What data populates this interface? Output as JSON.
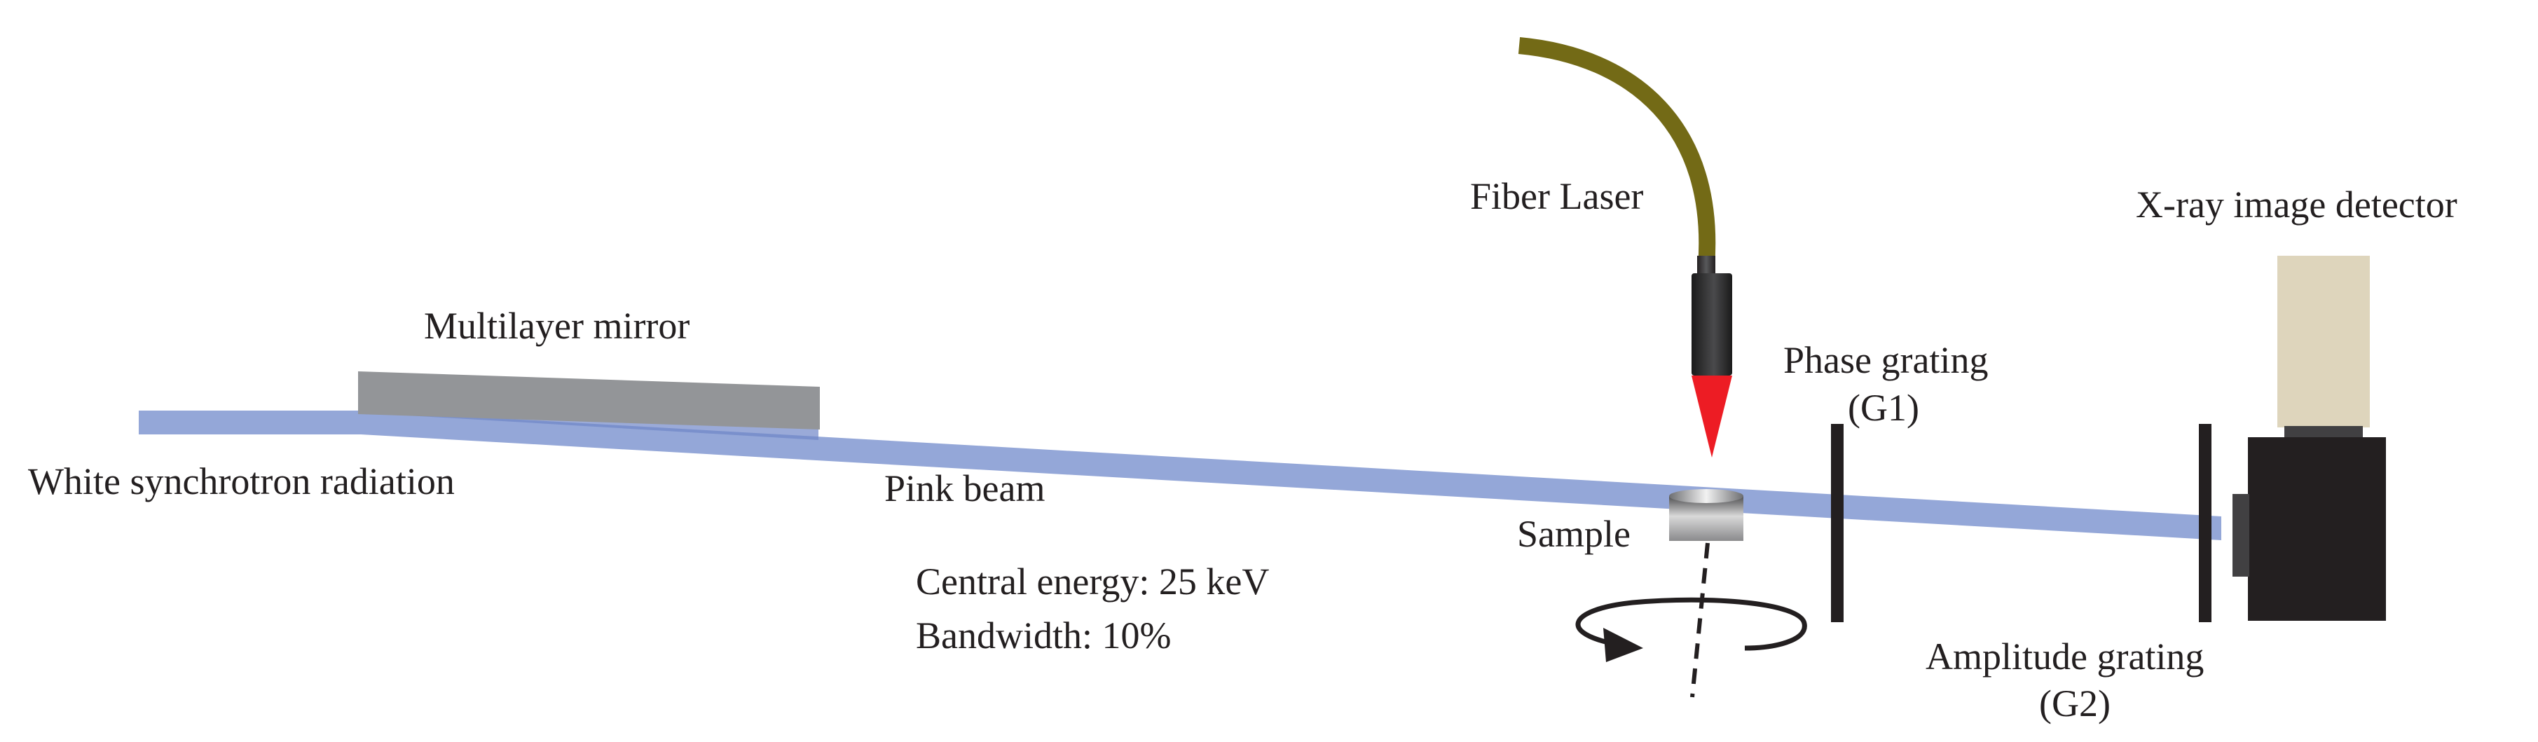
{
  "labels": {
    "fiber_laser": "Fiber Laser",
    "xray_detector": "X-ray image detector",
    "multilayer_mirror": "Multilayer mirror",
    "phase_grating": "Phase grating",
    "phase_grating_code": "(G1)",
    "white_radiation": "White synchrotron radiation",
    "pink_beam": "Pink beam",
    "sample": "Sample",
    "central_energy": "Central energy: 25 keV",
    "bandwidth": "Bandwidth: 10%",
    "amplitude_grating": "Amplitude grating",
    "amplitude_grating_code": "(G2)"
  },
  "colors": {
    "beam": "#94a7d8",
    "mirror": "#939598",
    "fiber": "#736a16",
    "laser_tip": "#ed1c24",
    "detector_sensor": "#ded5bc",
    "detector_body": "#231f20",
    "grating": "#231f20"
  }
}
